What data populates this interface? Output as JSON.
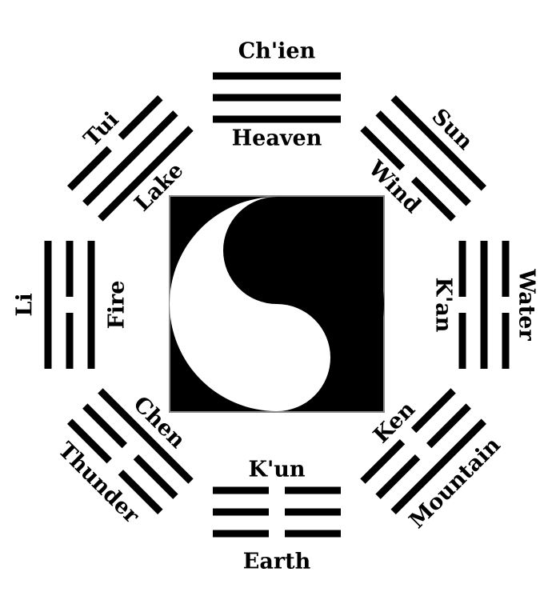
{
  "colors": {
    "ink": "#000000",
    "paper": "#ffffff",
    "frame": "#8a8a8a"
  },
  "center": {
    "name": "yin-yang-symbol"
  },
  "trigrams": [
    {
      "id": "chien",
      "name": "Ch'ien",
      "meaning": "Heaven",
      "lines": [
        1,
        1,
        1
      ]
    },
    {
      "id": "sun",
      "name": "Sun",
      "meaning": "Wind",
      "lines": [
        1,
        1,
        0
      ]
    },
    {
      "id": "kan",
      "name": "K'an",
      "meaning": "Water",
      "lines": [
        0,
        1,
        0
      ]
    },
    {
      "id": "ken",
      "name": "Ken",
      "meaning": "Mountain",
      "lines": [
        1,
        0,
        0
      ]
    },
    {
      "id": "kun",
      "name": "K'un",
      "meaning": "Earth",
      "lines": [
        0,
        0,
        0
      ]
    },
    {
      "id": "chen",
      "name": "Chen",
      "meaning": "Thunder",
      "lines": [
        0,
        0,
        1
      ]
    },
    {
      "id": "li",
      "name": "Li",
      "meaning": "Fire",
      "lines": [
        1,
        0,
        1
      ]
    },
    {
      "id": "tui",
      "name": "Tui",
      "meaning": "Lake",
      "lines": [
        0,
        1,
        1
      ]
    }
  ]
}
